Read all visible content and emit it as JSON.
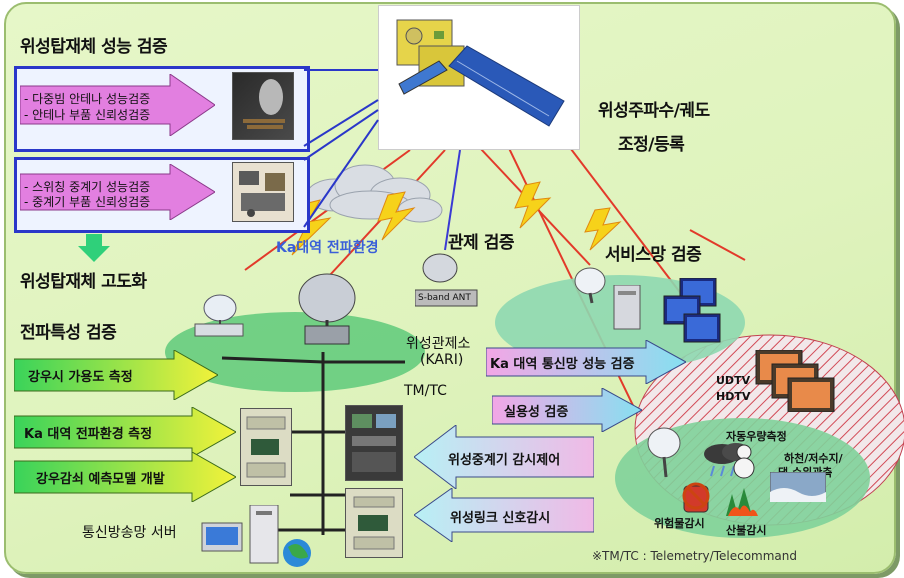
{
  "headings": {
    "payload_perf": "위성탑재체 성능 검증",
    "freq_orbit_1": "위성주파수/궤도",
    "freq_orbit_2": "조정/등록",
    "control": "관제 검증",
    "service_net": "서비스망 검증",
    "payload_adv": "위성탑재체 고도화",
    "propagation": "전파특성 검증"
  },
  "payload_boxes": [
    {
      "line1": "- 다중빔 안테나 성능검증",
      "line2": "- 안테나 부품 신뢰성검증"
    },
    {
      "line1": "- 스위칭 중계기 성능검증",
      "line2": "- 중계기 부품 신뢰성검증"
    }
  ],
  "ka_propagation_env": "Ka대역 전파환경",
  "sband_label": "S-band ANT",
  "kari_1": "위성관제소",
  "kari_2": "(KARI)",
  "tmtc": "TM/TC",
  "left_arrows": [
    "강우시 가용도 측정",
    "Ka 대역 전파환경 측정",
    "강우감쇠 예측모델 개발"
  ],
  "server_label": "통신방송망 서버",
  "right_arrows": [
    "Ka 대역 통신망 성능 검증",
    "실용성 검증"
  ],
  "cyan_arrows": [
    "위성중계기 감시제어",
    "위성링크 신호감시"
  ],
  "tv": [
    "UDTV",
    "HDTV"
  ],
  "service_apps": {
    "rain": "자동우량측정",
    "river_1": "하천/저수지/",
    "river_2": "댐 수위관측",
    "hazard": "위험물감시",
    "fire": "산불감시"
  },
  "footnote": "※TM/TC : Telemetry/Telecommand",
  "colors": {
    "panel": "#dff3bd",
    "arrow_magenta": "#e27fe0",
    "arrow_yellow_green": "#c8f03a",
    "arrow_cyan": "#b7f0f5",
    "box_border": "#2a37c9",
    "radio_link": "#e23a2a"
  }
}
